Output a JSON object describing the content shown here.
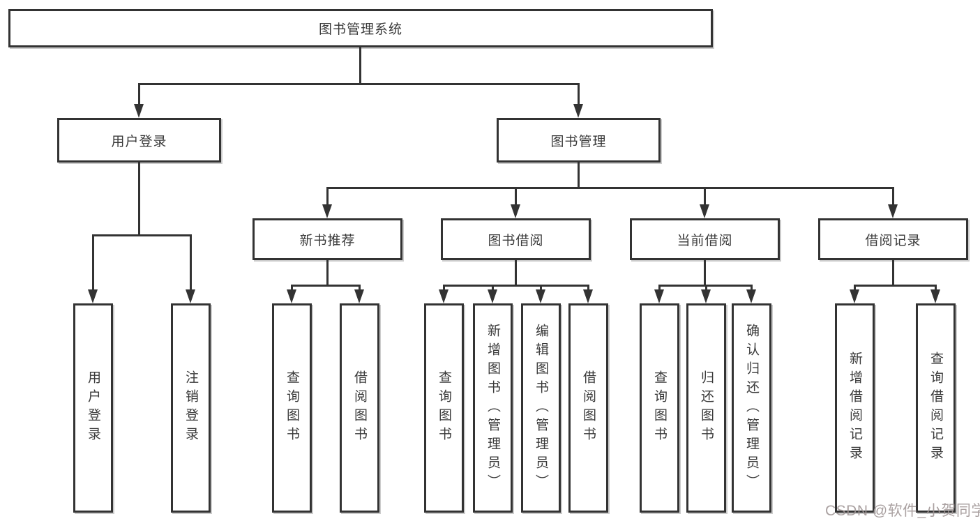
{
  "tree": {
    "label": "图书管理系统",
    "children": [
      {
        "label": "用户登录",
        "children": [
          {
            "label": "用户登录"
          },
          {
            "label": "注销登录"
          }
        ]
      },
      {
        "label": "图书管理",
        "children": [
          {
            "label": "新书推荐",
            "children": [
              {
                "label": "查询图书"
              },
              {
                "label": "借阅图书"
              }
            ]
          },
          {
            "label": "图书借阅",
            "children": [
              {
                "label": "查询图书"
              },
              {
                "label": "新增图书（管理员）"
              },
              {
                "label": "编辑图书（管理员）"
              },
              {
                "label": "借阅图书"
              }
            ]
          },
          {
            "label": "当前借阅",
            "children": [
              {
                "label": "查询图书"
              },
              {
                "label": "归还图书"
              },
              {
                "label": "确认归还（管理员）"
              }
            ]
          },
          {
            "label": "借阅记录",
            "children": [
              {
                "label": "新增借阅记录"
              },
              {
                "label": "查询借阅记录"
              }
            ]
          }
        ]
      }
    ]
  },
  "watermark": {
    "text": "CSDN @软件_小贺同学"
  },
  "colors": {
    "line": "#333333",
    "text": "#3a3a3a",
    "background": "#ffffff",
    "watermark": "#9e9494"
  }
}
